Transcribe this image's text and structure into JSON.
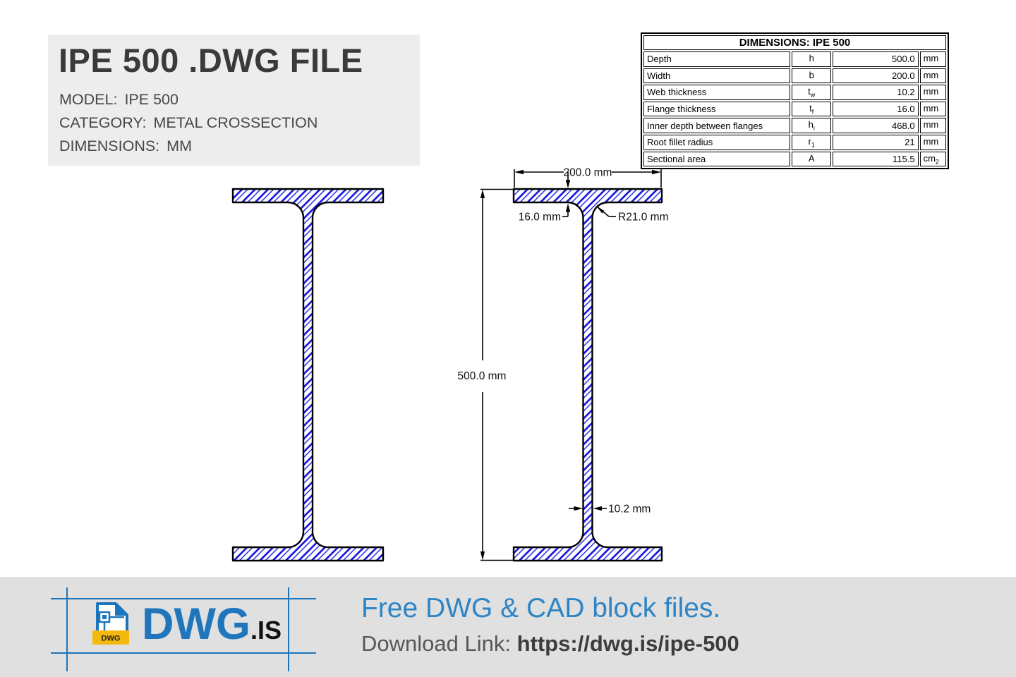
{
  "title_card": {
    "title": "IPE 500 .DWG FILE",
    "model_label": "MODEL:",
    "model_value": "IPE 500",
    "category_label": "CATEGORY:",
    "category_value": "METAL CROSSECTION",
    "dimensions_label": "DIMENSIONS:",
    "dimensions_value": "MM"
  },
  "dimensions_table": {
    "title": "DIMENSIONS: IPE 500",
    "rows": [
      {
        "name": "Depth",
        "symbol": "h",
        "symbol_sub": "",
        "value": "500.0",
        "unit": "mm",
        "unit_sub": ""
      },
      {
        "name": "Width",
        "symbol": "b",
        "symbol_sub": "",
        "value": "200.0",
        "unit": "mm",
        "unit_sub": ""
      },
      {
        "name": "Web thickness",
        "symbol": "t",
        "symbol_sub": "w",
        "value": "10.2",
        "unit": "mm",
        "unit_sub": ""
      },
      {
        "name": "Flange thickness",
        "symbol": "t",
        "symbol_sub": "f",
        "value": "16.0",
        "unit": "mm",
        "unit_sub": ""
      },
      {
        "name": "Inner depth between flanges",
        "symbol": "h",
        "symbol_sub": "i",
        "value": "468.0",
        "unit": "mm",
        "unit_sub": ""
      },
      {
        "name": "Root fillet radius",
        "symbol": "r",
        "symbol_sub": "1",
        "value": "21",
        "unit": "mm",
        "unit_sub": ""
      },
      {
        "name": "Sectional area",
        "symbol": "A",
        "symbol_sub": "",
        "value": "115.5",
        "unit": "cm",
        "unit_sub": "2"
      }
    ]
  },
  "drawing": {
    "dim_width": "200.0 mm",
    "dim_flange_thickness": "16.0 mm",
    "dim_root_radius": "R21.0 mm",
    "dim_depth": "500.0 mm",
    "dim_web_thickness": "10.2 mm"
  },
  "footer": {
    "logo_badge": "DWG",
    "logo_text": "DWG",
    "logo_suffix": ".IS",
    "tagline": "Free DWG & CAD block files.",
    "download_label": "Download Link: ",
    "download_url": "https://dwg.is/ipe-500"
  },
  "colors": {
    "hatch_blue": "#0f0fe0",
    "outline_black": "#000000",
    "brand_blue": "#1b75bc",
    "tagline_blue": "#2d85c5",
    "badge_yellow": "#f5b80c",
    "card_gray": "#ededed",
    "footer_gray": "#e0e0e0"
  }
}
